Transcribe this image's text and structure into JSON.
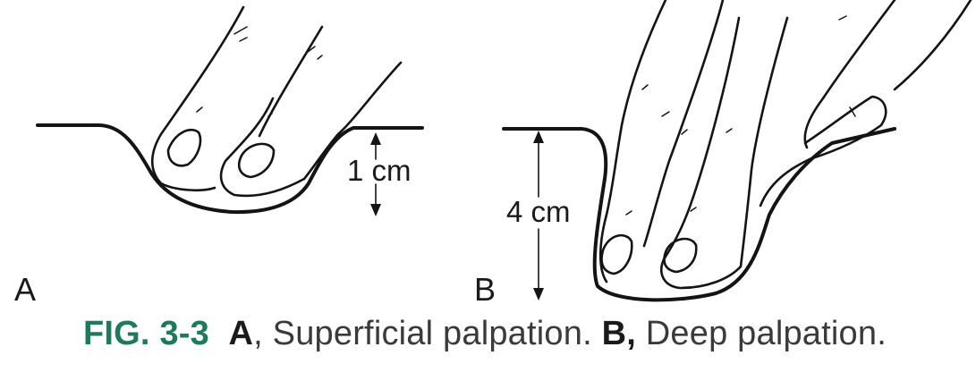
{
  "measurements": {
    "superficial_depth": "1 cm",
    "deep_depth": "4 cm"
  },
  "panels": {
    "a": "A",
    "b": "B"
  },
  "caption": {
    "figure_label": "FIG. 3-3",
    "panel_a": "A",
    "panel_a_text": ", Superficial palpation. ",
    "panel_b": "B,",
    "panel_b_text": " Deep palpation."
  },
  "colors": {
    "figure_label": "#1e7a5a",
    "line_art": "#141414",
    "caption_text": "#3a3a3a"
  }
}
